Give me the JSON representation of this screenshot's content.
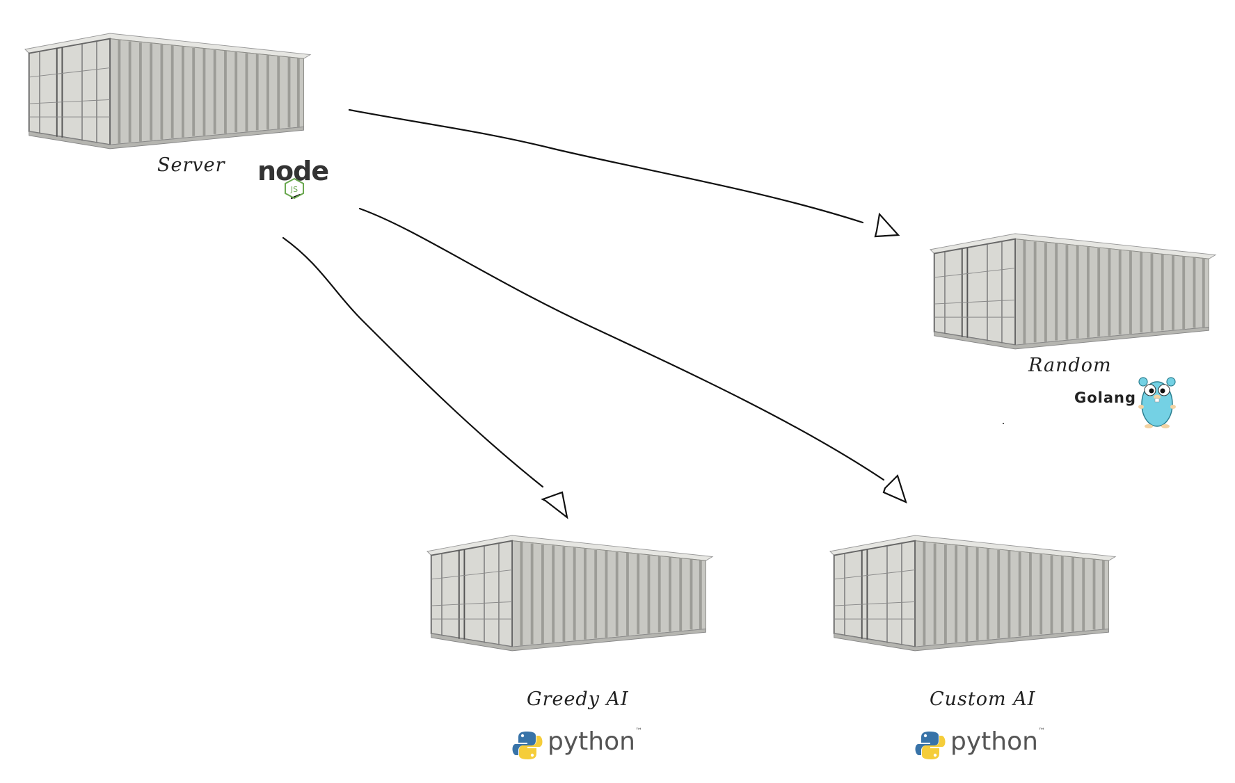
{
  "nodes": {
    "server": {
      "label": "Server",
      "tech": "node",
      "tech_badge": "JS"
    },
    "random": {
      "label": "Random",
      "tech": "Golang"
    },
    "greedy": {
      "label": "Greedy AI",
      "tech": "python"
    },
    "custom": {
      "label": "Custom AI",
      "tech": "python"
    }
  },
  "edges": [
    {
      "from": "server",
      "to": "random"
    },
    {
      "from": "server",
      "to": "greedy"
    },
    {
      "from": "server",
      "to": "custom"
    }
  ],
  "colors": {
    "container_fill": "#c9c9c4",
    "container_dark": "#8f8f8a",
    "line": "#111111",
    "node_green": "#6aa84f",
    "gopher": "#74d1e4",
    "python_blue": "#3873a8",
    "python_yellow": "#f5cd3a"
  }
}
